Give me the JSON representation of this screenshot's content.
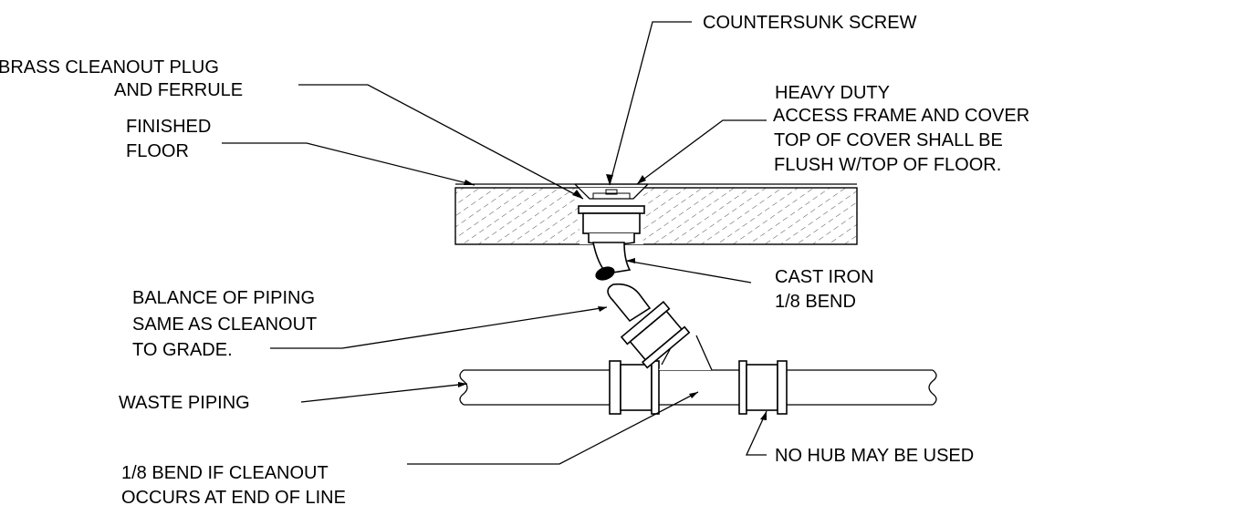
{
  "labels": {
    "countersunk_screw": "COUNTERSUNK SCREW",
    "brass_plug_1": "BRASS CLEANOUT PLUG",
    "brass_plug_2": "AND FERRULE",
    "heavy_duty_1": "HEAVY DUTY",
    "heavy_duty_2": "ACCESS FRAME AND COVER",
    "heavy_duty_3": "TOP OF COVER SHALL BE",
    "heavy_duty_4": "FLUSH W/TOP OF FLOOR.",
    "finished_floor_1": "FINISHED",
    "finished_floor_2": "FLOOR",
    "cast_iron_1": "CAST IRON",
    "cast_iron_2": "1/8 BEND",
    "balance_1": "BALANCE OF PIPING",
    "balance_2": "SAME AS CLEANOUT",
    "balance_3": "TO GRADE.",
    "waste_piping": "WASTE PIPING",
    "no_hub": "NO HUB MAY BE USED",
    "bend_end_1": "1/8 BEND IF CLEANOUT",
    "bend_end_2": "OCCURS AT END OF LINE"
  }
}
